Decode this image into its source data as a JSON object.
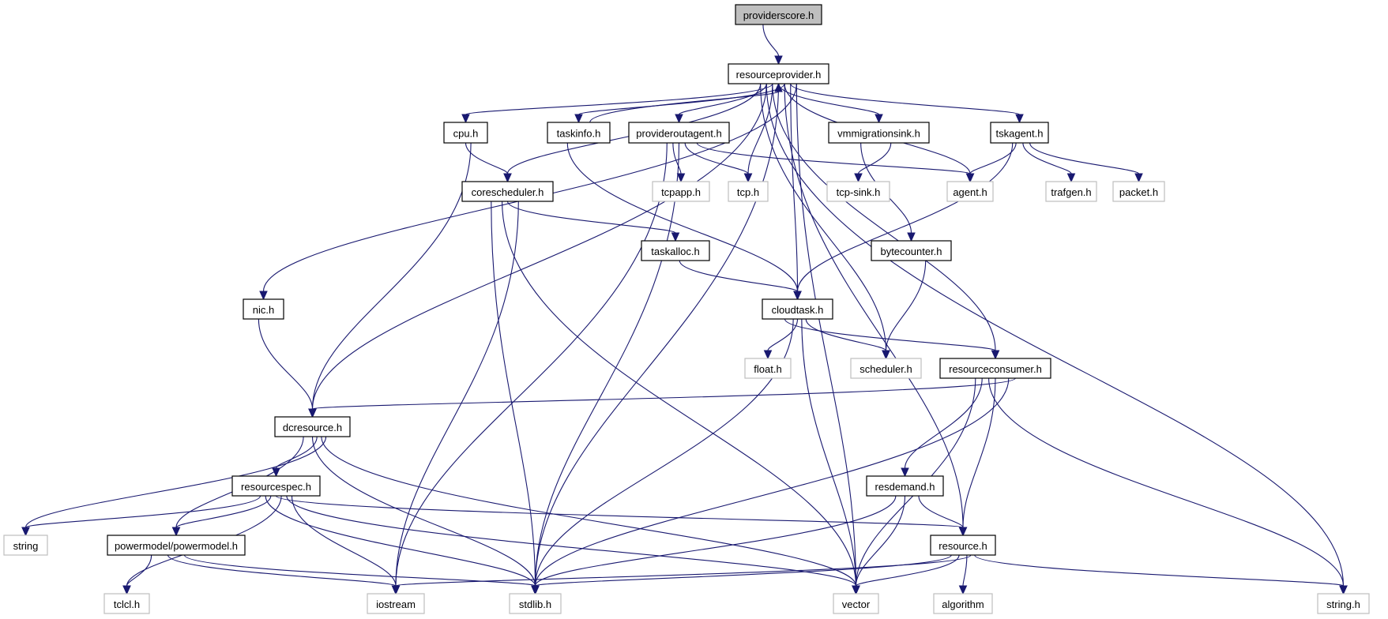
{
  "diagram": {
    "type": "include-dependency-graph",
    "root": "providerscore.h",
    "colors": {
      "edge": "#191970",
      "root_fill": "#bfbfbf",
      "documented_border": "#000000",
      "external_border": "#bfbfbf",
      "node_fill": "#ffffff"
    },
    "nodes": [
      {
        "id": "providerscore",
        "label": "providerscore.h",
        "kind": "root"
      },
      {
        "id": "resourceprovider",
        "label": "resourceprovider.h",
        "kind": "documented"
      },
      {
        "id": "cpu",
        "label": "cpu.h",
        "kind": "documented"
      },
      {
        "id": "taskinfo",
        "label": "taskinfo.h",
        "kind": "documented"
      },
      {
        "id": "provideroutagent",
        "label": "provideroutagent.h",
        "kind": "documented"
      },
      {
        "id": "vmmigrationsink",
        "label": "vmmigrationsink.h",
        "kind": "documented"
      },
      {
        "id": "tskagent",
        "label": "tskagent.h",
        "kind": "documented"
      },
      {
        "id": "corescheduler",
        "label": "corescheduler.h",
        "kind": "documented"
      },
      {
        "id": "tcpapp",
        "label": "tcpapp.h",
        "kind": "external"
      },
      {
        "id": "tcp",
        "label": "tcp.h",
        "kind": "external"
      },
      {
        "id": "tcpsink",
        "label": "tcp-sink.h",
        "kind": "external"
      },
      {
        "id": "agent",
        "label": "agent.h",
        "kind": "external"
      },
      {
        "id": "trafgen",
        "label": "trafgen.h",
        "kind": "external"
      },
      {
        "id": "packet",
        "label": "packet.h",
        "kind": "external"
      },
      {
        "id": "taskalloc",
        "label": "taskalloc.h",
        "kind": "documented"
      },
      {
        "id": "bytecounter",
        "label": "bytecounter.h",
        "kind": "documented"
      },
      {
        "id": "nic",
        "label": "nic.h",
        "kind": "documented"
      },
      {
        "id": "cloudtask",
        "label": "cloudtask.h",
        "kind": "documented"
      },
      {
        "id": "float",
        "label": "float.h",
        "kind": "external"
      },
      {
        "id": "scheduler",
        "label": "scheduler.h",
        "kind": "external"
      },
      {
        "id": "resourceconsumer",
        "label": "resourceconsumer.h",
        "kind": "documented"
      },
      {
        "id": "dcresource",
        "label": "dcresource.h",
        "kind": "documented"
      },
      {
        "id": "resourcespec",
        "label": "resourcespec.h",
        "kind": "documented"
      },
      {
        "id": "resdemand",
        "label": "resdemand.h",
        "kind": "documented"
      },
      {
        "id": "string",
        "label": "string",
        "kind": "external"
      },
      {
        "id": "powermodel",
        "label": "powermodel/powermodel.h",
        "kind": "documented"
      },
      {
        "id": "resource",
        "label": "resource.h",
        "kind": "documented"
      },
      {
        "id": "tclcl",
        "label": "tclcl.h",
        "kind": "external"
      },
      {
        "id": "iostream",
        "label": "iostream",
        "kind": "external"
      },
      {
        "id": "stdlib",
        "label": "stdlib.h",
        "kind": "external"
      },
      {
        "id": "vector",
        "label": "vector",
        "kind": "external"
      },
      {
        "id": "algorithm",
        "label": "algorithm",
        "kind": "external"
      },
      {
        "id": "stringh",
        "label": "string.h",
        "kind": "external"
      }
    ],
    "edges": [
      [
        "providerscore",
        "resourceprovider"
      ],
      [
        "resourceprovider",
        "cpu"
      ],
      [
        "resourceprovider",
        "taskinfo"
      ],
      [
        "taskinfo",
        "resourceprovider"
      ],
      [
        "resourceprovider",
        "provideroutagent"
      ],
      [
        "resourceprovider",
        "vmmigrationsink"
      ],
      [
        "resourceprovider",
        "tskagent"
      ],
      [
        "resourceprovider",
        "corescheduler"
      ],
      [
        "resourceprovider",
        "tcp"
      ],
      [
        "resourceprovider",
        "agent"
      ],
      [
        "resourceprovider",
        "nic"
      ],
      [
        "resourceprovider",
        "dcresource"
      ],
      [
        "resourceprovider",
        "stdlib"
      ],
      [
        "resourceprovider",
        "cloudtask"
      ],
      [
        "resourceprovider",
        "scheduler"
      ],
      [
        "resourceprovider",
        "resourceconsumer"
      ],
      [
        "resourceprovider",
        "resource"
      ],
      [
        "resourceprovider",
        "vector"
      ],
      [
        "resourceprovider",
        "stringh"
      ],
      [
        "cpu",
        "corescheduler"
      ],
      [
        "cpu",
        "dcresource"
      ],
      [
        "taskinfo",
        "cloudtask"
      ],
      [
        "provideroutagent",
        "tcpapp"
      ],
      [
        "provideroutagent",
        "tcp"
      ],
      [
        "provideroutagent",
        "agent"
      ],
      [
        "provideroutagent",
        "iostream"
      ],
      [
        "provideroutagent",
        "stdlib"
      ],
      [
        "vmmigrationsink",
        "tcpsink"
      ],
      [
        "vmmigrationsink",
        "bytecounter"
      ],
      [
        "tskagent",
        "agent"
      ],
      [
        "tskagent",
        "trafgen"
      ],
      [
        "tskagent",
        "packet"
      ],
      [
        "tskagent",
        "cloudtask"
      ],
      [
        "corescheduler",
        "taskalloc"
      ],
      [
        "corescheduler",
        "iostream"
      ],
      [
        "corescheduler",
        "stdlib"
      ],
      [
        "corescheduler",
        "vector"
      ],
      [
        "taskalloc",
        "cloudtask"
      ],
      [
        "bytecounter",
        "scheduler"
      ],
      [
        "nic",
        "dcresource"
      ],
      [
        "cloudtask",
        "float"
      ],
      [
        "cloudtask",
        "scheduler"
      ],
      [
        "cloudtask",
        "resourceconsumer"
      ],
      [
        "cloudtask",
        "stdlib"
      ],
      [
        "cloudtask",
        "vector"
      ],
      [
        "resourceconsumer",
        "dcresource"
      ],
      [
        "resourceconsumer",
        "resdemand"
      ],
      [
        "resourceconsumer",
        "resource"
      ],
      [
        "resourceconsumer",
        "stdlib"
      ],
      [
        "resourceconsumer",
        "vector"
      ],
      [
        "resourceconsumer",
        "stringh"
      ],
      [
        "dcresource",
        "resourcespec"
      ],
      [
        "dcresource",
        "string"
      ],
      [
        "dcresource",
        "powermodel"
      ],
      [
        "dcresource",
        "stdlib"
      ],
      [
        "dcresource",
        "vector"
      ],
      [
        "resourcespec",
        "string"
      ],
      [
        "resourcespec",
        "powermodel"
      ],
      [
        "resourcespec",
        "tclcl"
      ],
      [
        "resourcespec",
        "iostream"
      ],
      [
        "resourcespec",
        "stdlib"
      ],
      [
        "resourcespec",
        "resource"
      ],
      [
        "resourcespec",
        "vector"
      ],
      [
        "powermodel",
        "tclcl"
      ],
      [
        "powermodel",
        "iostream"
      ],
      [
        "powermodel",
        "stdlib"
      ],
      [
        "resdemand",
        "resource"
      ],
      [
        "resdemand",
        "stdlib"
      ],
      [
        "resdemand",
        "vector"
      ],
      [
        "resource",
        "iostream"
      ],
      [
        "resource",
        "stdlib"
      ],
      [
        "resource",
        "vector"
      ],
      [
        "resource",
        "algorithm"
      ],
      [
        "resource",
        "stringh"
      ]
    ]
  }
}
